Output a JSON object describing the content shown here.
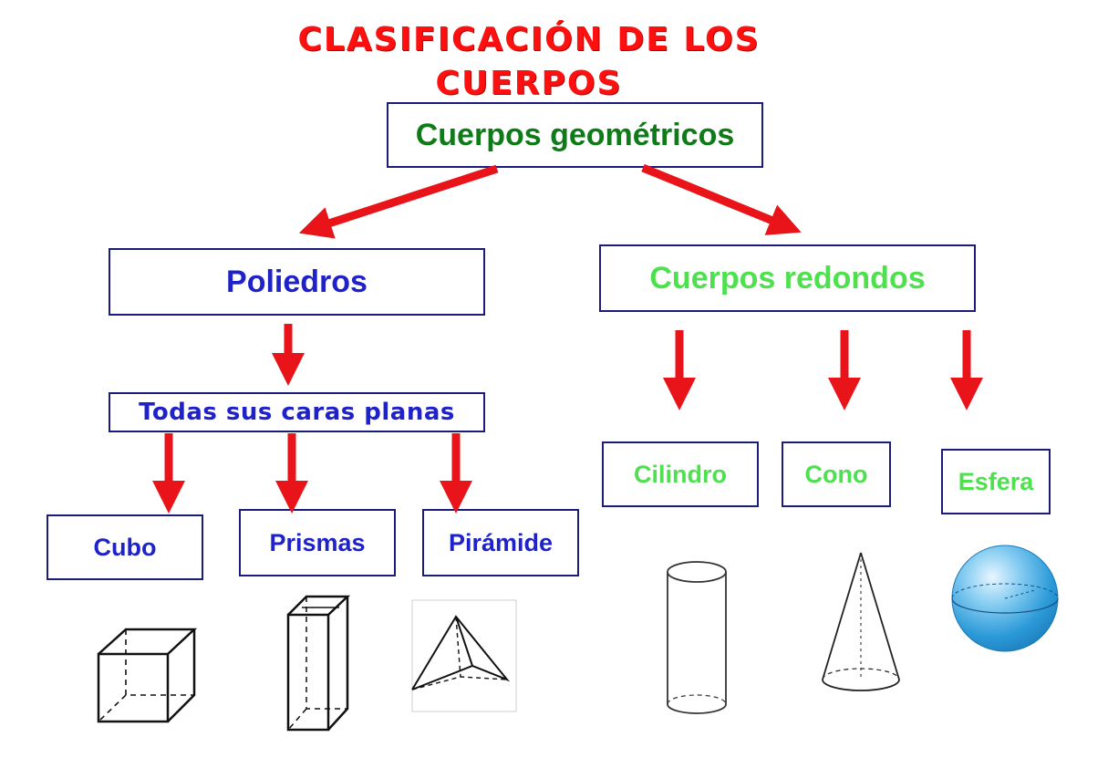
{
  "title": "CLASIFICACIÓN DE LOS CUERPOS",
  "nodes": {
    "root": "Cuerpos geométricos",
    "poliedros": "Poliedros",
    "redondos": "Cuerpos redondos",
    "todas": "Todas sus caras planas",
    "cubo": "Cubo",
    "prismas": "Prismas",
    "piramide": "Pirámide",
    "cilindro": "Cilindro",
    "cono": "Cono",
    "esfera": "Esfera"
  },
  "colors": {
    "title": "#ff1010",
    "arrow": "#e8141a",
    "root_text": "#0e7a18",
    "poliedros_text": "#1f22c8",
    "redondos_text": "#4ee04e",
    "box_border": "#1c1c7a"
  },
  "icons": [
    "cube-icon",
    "prism-icon",
    "pyramid-icon",
    "cylinder-icon",
    "cone-icon",
    "sphere-icon"
  ]
}
